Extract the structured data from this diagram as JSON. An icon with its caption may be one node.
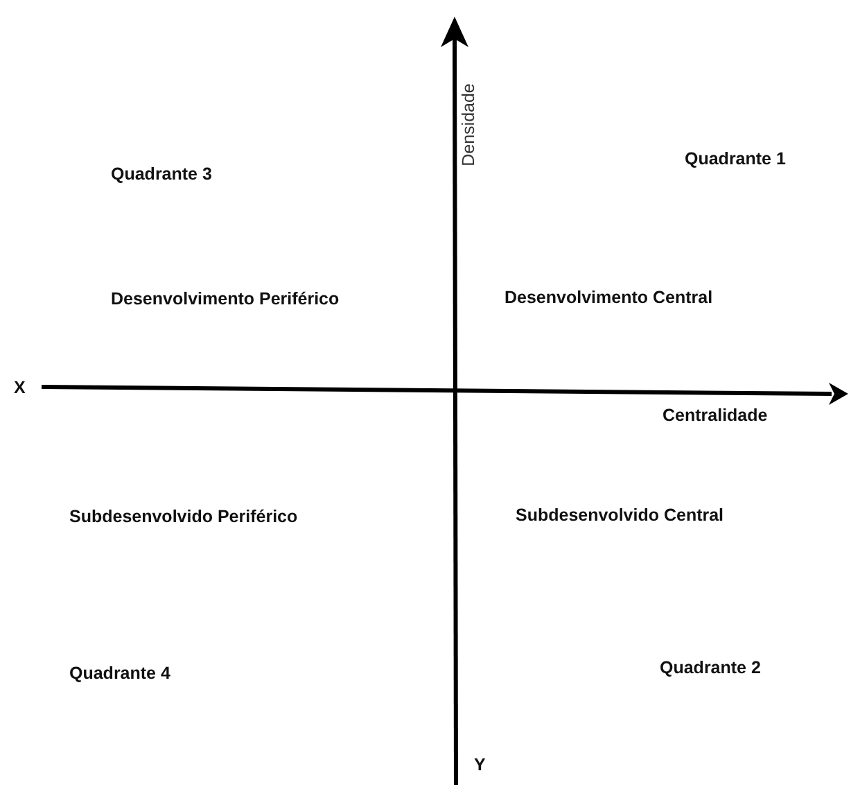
{
  "diagram": {
    "labels": [
      "Densidade",
      "Quadrante 1",
      "Quadrante 3",
      "Desenvolvimento Periférico",
      "Desenvolvimento Central",
      "X",
      "Centralidade",
      "Subdesenvolvido Periférico",
      "Subdesenvolvido Central",
      "Quadrante 2",
      "Quadrante 4",
      "Y"
    ]
  }
}
